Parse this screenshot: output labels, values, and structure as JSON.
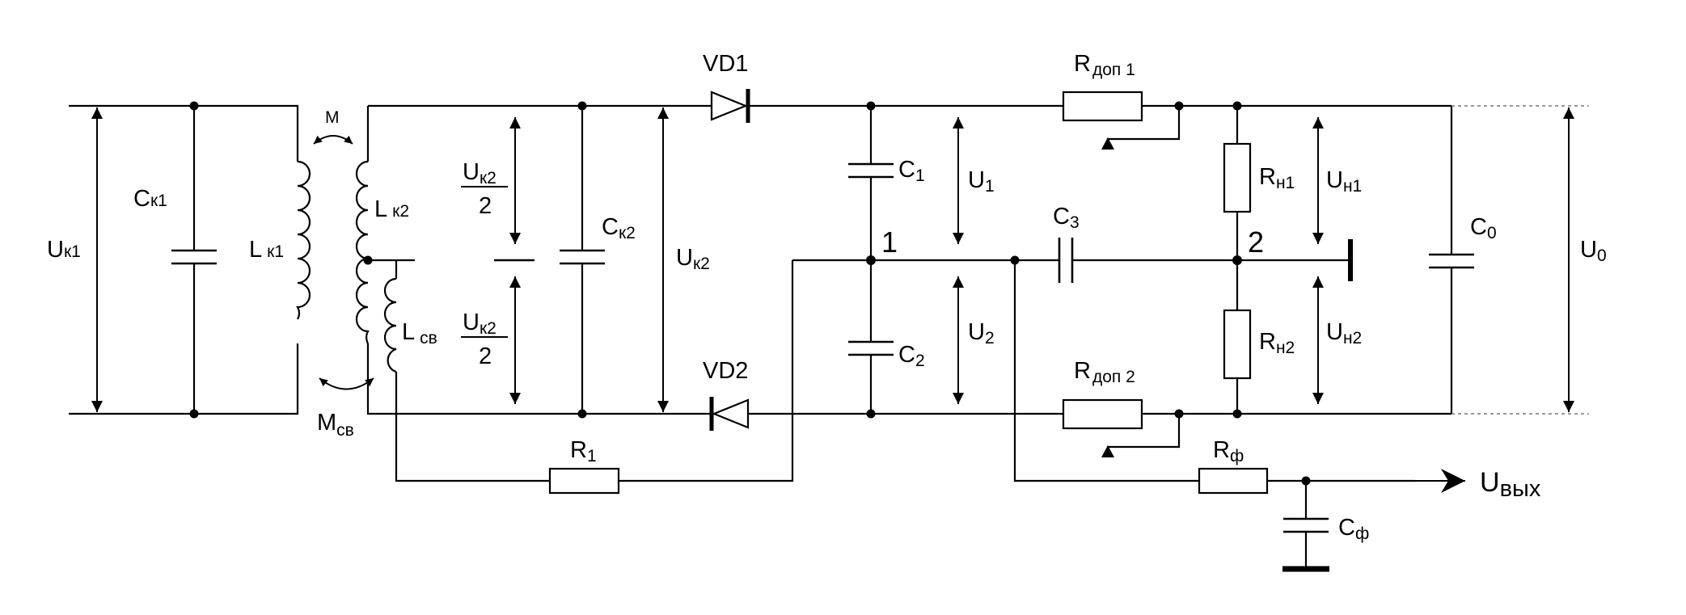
{
  "labels": {
    "m": "M",
    "m_sv": {
      "main": "M",
      "sub": "св"
    },
    "u_k1": {
      "main": "U",
      "sub": "к1"
    },
    "c_k1": {
      "main": "C",
      "sub": "к1"
    },
    "l_k1": {
      "main": "L",
      "sub": "к1"
    },
    "l_k2": {
      "main": "L",
      "sub": "к2"
    },
    "l_sv": {
      "main": "L",
      "sub": "св"
    },
    "u_k2_half_top": {
      "main": "U",
      "sub": "к2",
      "den": "2"
    },
    "u_k2_half_bot": {
      "main": "U",
      "sub": "к2",
      "den": "2"
    },
    "c_k2": {
      "main": "C",
      "sub": "к2"
    },
    "u_k2": {
      "main": "U",
      "sub": "к2"
    },
    "vd1": "VD1",
    "vd2": "VD2",
    "c1": {
      "main": "C",
      "sub": "1"
    },
    "c2": {
      "main": "C",
      "sub": "2"
    },
    "u1": {
      "main": "U",
      "sub": "1"
    },
    "u2": {
      "main": "U",
      "sub": "2"
    },
    "node1": "1",
    "node2": "2",
    "c3": {
      "main": "C",
      "sub": "3"
    },
    "r_dop1": {
      "main": "R",
      "sub": "доп 1"
    },
    "r_dop2": {
      "main": "R",
      "sub": "доп 2"
    },
    "r_n1": {
      "main": "R",
      "sub": "н1"
    },
    "r_n2": {
      "main": "R",
      "sub": "н2"
    },
    "u_n1": {
      "main": "U",
      "sub": "н1"
    },
    "u_n2": {
      "main": "U",
      "sub": "н2"
    },
    "c0": {
      "main": "C",
      "sub": "0"
    },
    "u0": {
      "main": "U",
      "sub": "0"
    },
    "r1": {
      "main": "R",
      "sub": "1"
    },
    "r_f": {
      "main": "R",
      "sub": "ф"
    },
    "c_f": {
      "main": "C",
      "sub": "ф"
    },
    "u_out": {
      "main": "U",
      "sub": "вых"
    }
  }
}
